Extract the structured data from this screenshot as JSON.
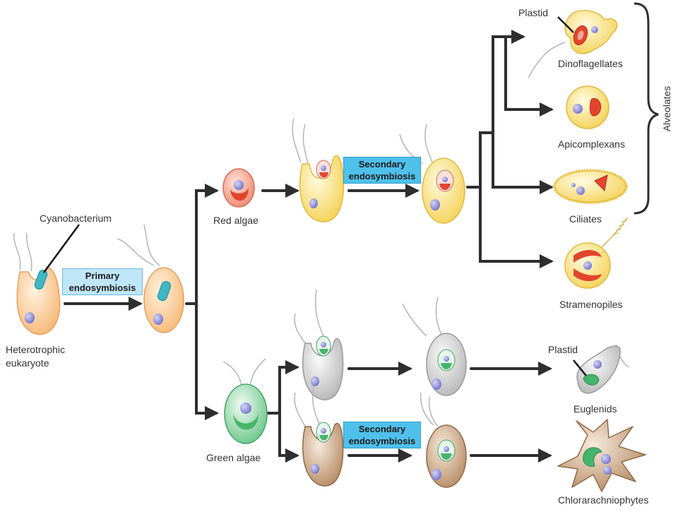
{
  "labels": {
    "cyanobacterium": "Cyanobacterium",
    "heterotrophic_eukaryote": "Heterotrophic\neukaryote",
    "red_algae": "Red algae",
    "green_algae": "Green algae",
    "plastid_top": "Plastid",
    "plastid_bottom": "Plastid",
    "dinoflagellates": "Dinoflagellates",
    "apicomplexans": "Apicomplexans",
    "ciliates": "Ciliates",
    "stramenopiles": "Stramenopiles",
    "euglenids": "Euglenids",
    "chlorarachniophytes": "Chlorarachniophytes",
    "alveolates": "Alveolates"
  },
  "boxes": {
    "primary": "Primary\nendosymbiosis",
    "secondary_top": "Secondary\nendosymbiosis",
    "secondary_bottom": "Secondary\nendosymbiosis"
  },
  "colors": {
    "heterotroph": "#f9c98f",
    "red_alga": "#f49a86",
    "yellow_cell": "#f9df6e",
    "green_alga": "#8fd3a4",
    "gray_cell": "#cfcfcf",
    "brown_cell": "#caa583",
    "nucleus": "#8e8fd8",
    "red_plastid": "#e2452d",
    "green_plastid": "#46b56c",
    "cyano": "#3fb7c4",
    "arrow": "#2e2e2e",
    "primary_box": "#bfe6f7",
    "secondary_box": "#4fc0ea"
  }
}
